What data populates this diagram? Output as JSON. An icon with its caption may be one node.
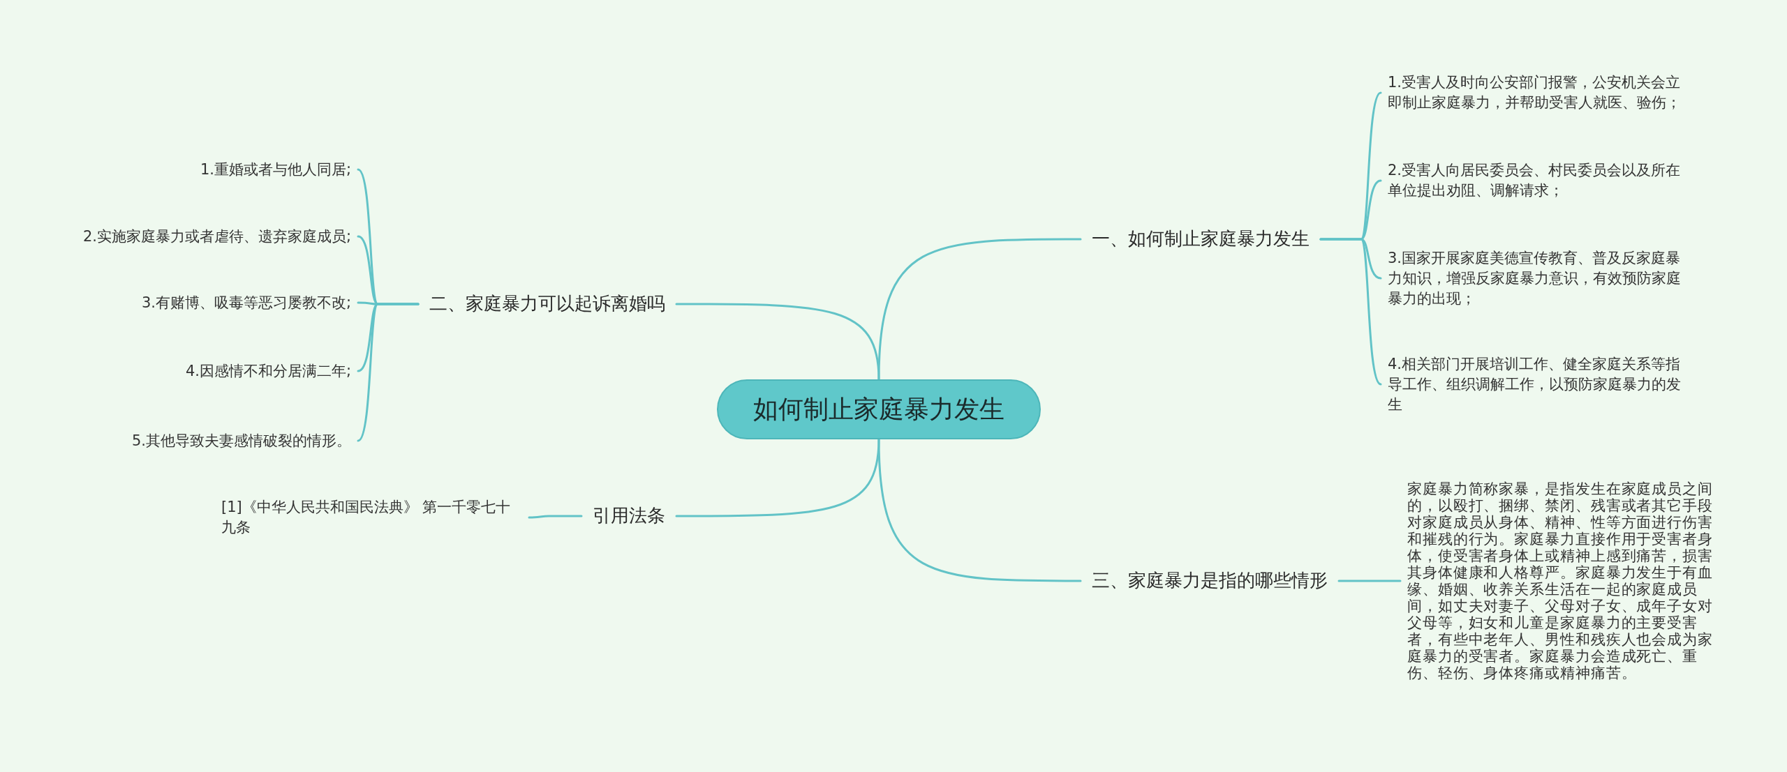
{
  "diagram": {
    "nodes": [
      {
        "text": [
          "如何制止家庭暴力发生"
        ]
      },
      {
        "text": [
          "一、如何制止家庭暴力发生"
        ]
      },
      {
        "text": [
          "1.受害人及时向公安部门报警，公安机关会立即制止家庭暴力，并帮助受害人就医、验伤；"
        ]
      },
      {
        "text": [
          "2.受害人向居民委员会、村民委员会以及所在单位提出劝阻、调解请求；"
        ]
      },
      {
        "text": [
          "3.国家开展家庭美德宣传教育、普及反家庭暴力知识，增强反家庭暴力意识，有效预防家庭暴力的出现；"
        ]
      },
      {
        "text": [
          "4.相关部门开展培训工作、健全家庭关系等指导工作、组织调解工作，以预防家庭暴力的发生"
        ]
      },
      {
        "text": [
          "二、家庭暴力可以起诉离婚吗"
        ]
      },
      {
        "text": [
          "1.重婚或者与他人同居;"
        ]
      },
      {
        "text": [
          "2.实施家庭暴力或者虐待、遗弃家庭成员;"
        ]
      },
      {
        "text": [
          "3.有赌博、吸毒等恶习屡教不改;"
        ]
      },
      {
        "text": [
          "4.因感情不和分居满二年;"
        ]
      },
      {
        "text": [
          "5.其他导致夫妻感情破裂的情形。"
        ]
      },
      {
        "text": [
          "引用法条"
        ]
      },
      {
        "text": [
          "[1]《中华人民共和国民法典》 第一千零七十九条"
        ]
      },
      {
        "text": [
          "三、家庭暴力是指的哪些情形"
        ]
      },
      {
        "text": [
          "家庭暴力简称家暴，是指发生在家庭成员之间的，以殴打、捆绑、禁闭、残害或者其它手段对家庭成员从身体、精神、性等方面进行伤害和摧残的行为。家庭暴力直接作用于受害者身体，使受害者身体上或精神上感到痛苦，损害其身体健康和人格尊严。家庭暴力发生于有血缘、婚姻、收养关系生活在一起的家庭成员间，如丈夫对妻子、父母对子女、成年子女对父母等，妇女和儿童是家庭暴力的主要受害者，有些中老年人、男性和残疾人也会成为家庭暴力的受害者。家庭暴力会造成死亡、重伤、轻伤、身体疼痛或精神痛苦。"
        ]
      }
    ],
    "edges": [
      {
        "from": 0,
        "to": 1,
        "arrow": "none"
      },
      {
        "from": 1,
        "to": 2,
        "arrow": "none"
      },
      {
        "from": 1,
        "to": 3,
        "arrow": "none"
      },
      {
        "from": 1,
        "to": 4,
        "arrow": "none"
      },
      {
        "from": 1,
        "to": 5,
        "arrow": "none"
      },
      {
        "from": 0,
        "to": 6,
        "arrow": "none"
      },
      {
        "from": 6,
        "to": 7,
        "arrow": "none"
      },
      {
        "from": 6,
        "to": 8,
        "arrow": "none"
      },
      {
        "from": 6,
        "to": 9,
        "arrow": "none"
      },
      {
        "from": 6,
        "to": 10,
        "arrow": "none"
      },
      {
        "from": 6,
        "to": 11,
        "arrow": "none"
      },
      {
        "from": 0,
        "to": 12,
        "arrow": "none"
      },
      {
        "from": 12,
        "to": 13,
        "arrow": "none"
      },
      {
        "from": 0,
        "to": 14,
        "arrow": "none"
      },
      {
        "from": 14,
        "to": 15,
        "arrow": "none"
      }
    ]
  }
}
